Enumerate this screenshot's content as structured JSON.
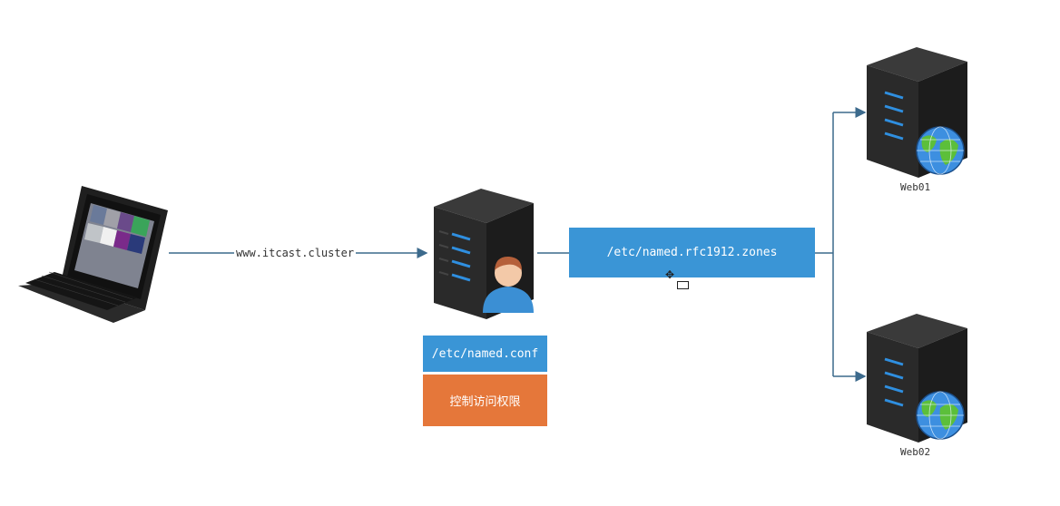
{
  "client": {
    "domain_label": "www.itcast.cluster"
  },
  "dns_server": {
    "config_file": "/etc/named.conf",
    "access_control": "控制访问权限",
    "zones_file": "/etc/named.rfc1912.zones"
  },
  "web_servers": [
    {
      "label": "Web01"
    },
    {
      "label": "Web02"
    }
  ],
  "colors": {
    "blue_box": "#3a95d6",
    "orange_box": "#e5773a",
    "server_body": "#2b2b2b",
    "server_led": "#2f8fe0",
    "connector": "#3c6a8c"
  }
}
